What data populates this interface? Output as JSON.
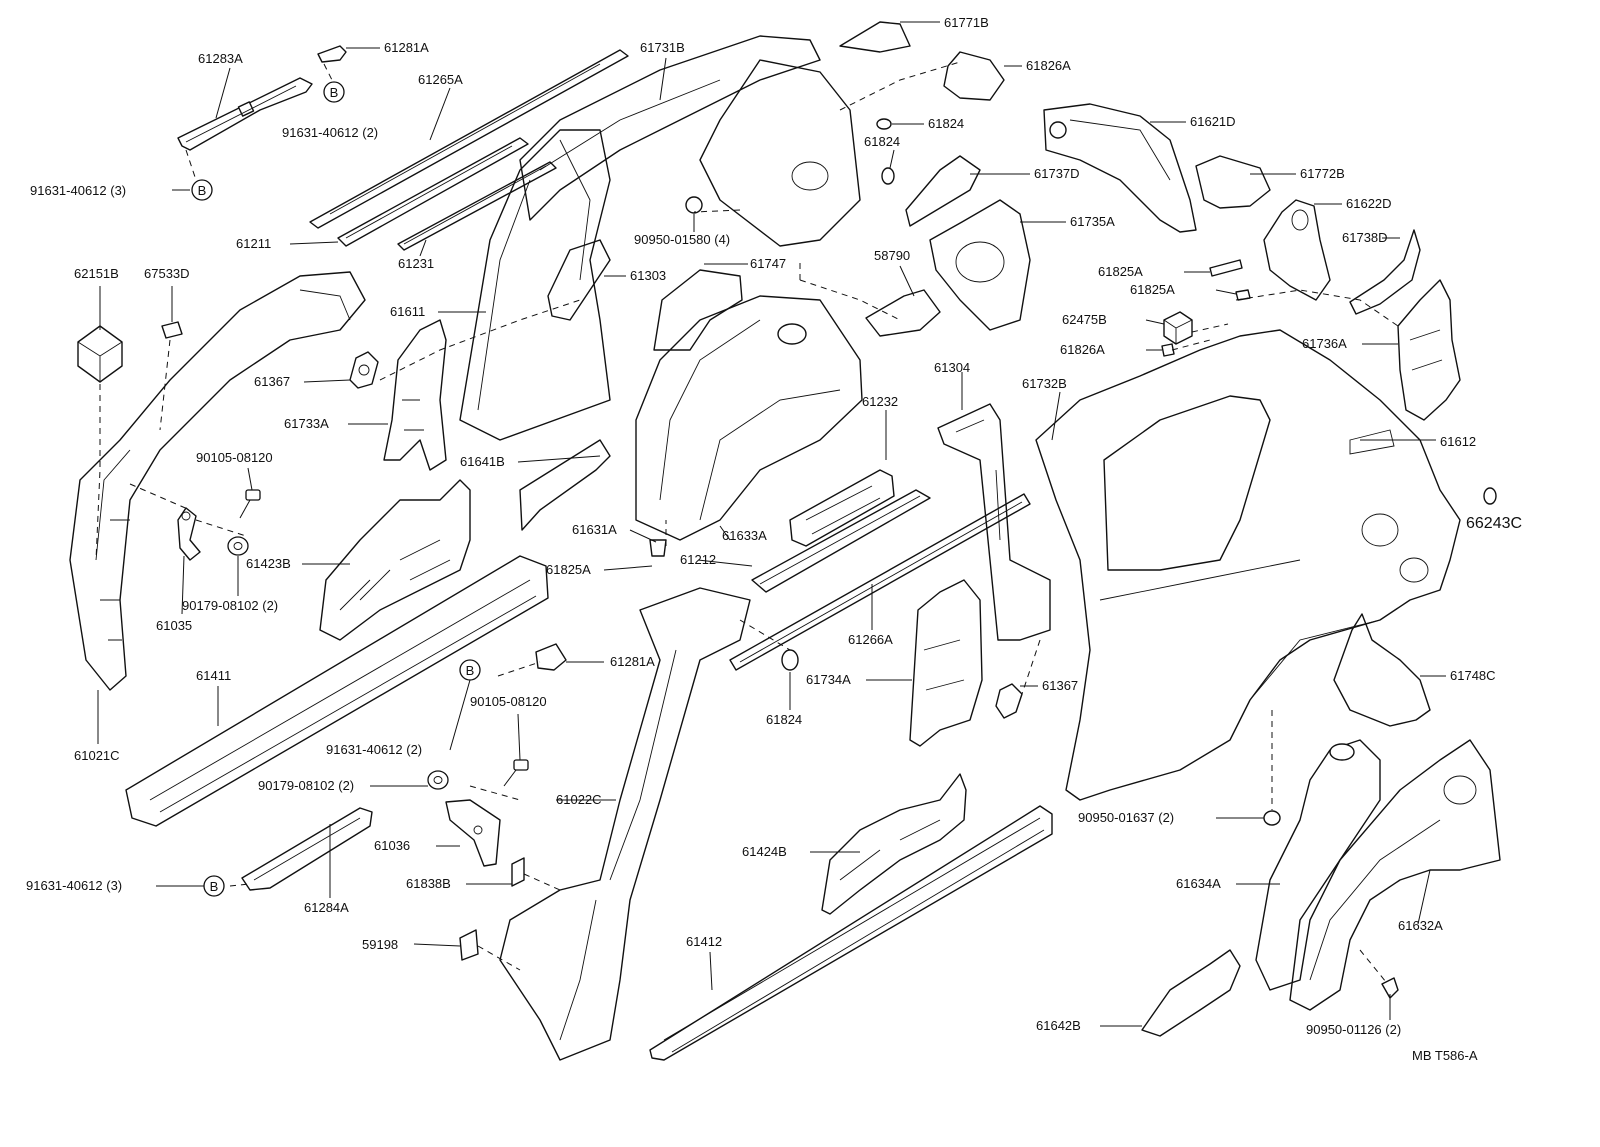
{
  "diagram_code": "MB  T586-A",
  "callout_symbol": "B",
  "labels": [
    {
      "id": "61283A",
      "text": "61283A"
    },
    {
      "id": "61281A_top",
      "text": "61281A"
    },
    {
      "id": "61265A",
      "text": "61265A"
    },
    {
      "id": "91631-40612-2_top",
      "text": "91631-40612 (2)"
    },
    {
      "id": "91631-40612-3_top",
      "text": "91631-40612 (3)"
    },
    {
      "id": "61211",
      "text": "61211"
    },
    {
      "id": "61231",
      "text": "61231"
    },
    {
      "id": "62151B",
      "text": "62151B"
    },
    {
      "id": "67533D",
      "text": "67533D"
    },
    {
      "id": "61611",
      "text": "61611"
    },
    {
      "id": "61367_left",
      "text": "61367"
    },
    {
      "id": "61733A",
      "text": "61733A"
    },
    {
      "id": "90105-08120_top",
      "text": "90105-08120"
    },
    {
      "id": "61423B",
      "text": "61423B"
    },
    {
      "id": "90179-08102-2_top",
      "text": "90179-08102 (2)"
    },
    {
      "id": "61035",
      "text": "61035"
    },
    {
      "id": "61411",
      "text": "61411"
    },
    {
      "id": "61021C",
      "text": "61021C"
    },
    {
      "id": "61731B",
      "text": "61731B"
    },
    {
      "id": "61303",
      "text": "61303"
    },
    {
      "id": "90950-01580-4",
      "text": "90950-01580 (4)"
    },
    {
      "id": "61747",
      "text": "61747"
    },
    {
      "id": "61641B",
      "text": "61641B"
    },
    {
      "id": "61631A",
      "text": "61631A"
    },
    {
      "id": "61633A",
      "text": "61633A"
    },
    {
      "id": "61825A_mid",
      "text": "61825A"
    },
    {
      "id": "61212",
      "text": "61212"
    },
    {
      "id": "61281A_bottom",
      "text": "61281A"
    },
    {
      "id": "90105-08120_bottom",
      "text": "90105-08120"
    },
    {
      "id": "91631-40612-2_bottom",
      "text": "91631-40612 (2)"
    },
    {
      "id": "90179-08102-2_bottom",
      "text": "90179-08102 (2)"
    },
    {
      "id": "61022C",
      "text": "61022C"
    },
    {
      "id": "61036",
      "text": "61036"
    },
    {
      "id": "61838B",
      "text": "61838B"
    },
    {
      "id": "91631-40612-3_bottom",
      "text": "91631-40612 (3)"
    },
    {
      "id": "61284A",
      "text": "61284A"
    },
    {
      "id": "59198",
      "text": "59198"
    },
    {
      "id": "61771B",
      "text": "61771B"
    },
    {
      "id": "61826A_top",
      "text": "61826A"
    },
    {
      "id": "61824_a",
      "text": "61824"
    },
    {
      "id": "61824_b",
      "text": "61824"
    },
    {
      "id": "61737D",
      "text": "61737D"
    },
    {
      "id": "61735A",
      "text": "61735A"
    },
    {
      "id": "58790",
      "text": "58790"
    },
    {
      "id": "61232",
      "text": "61232"
    },
    {
      "id": "61304",
      "text": "61304"
    },
    {
      "id": "61266A",
      "text": "61266A"
    },
    {
      "id": "61824_c",
      "text": "61824"
    },
    {
      "id": "61734A",
      "text": "61734A"
    },
    {
      "id": "61367_right",
      "text": "61367"
    },
    {
      "id": "61424B",
      "text": "61424B"
    },
    {
      "id": "61412",
      "text": "61412"
    },
    {
      "id": "61621D",
      "text": "61621D"
    },
    {
      "id": "61772B",
      "text": "61772B"
    },
    {
      "id": "61622D",
      "text": "61622D"
    },
    {
      "id": "61738D",
      "text": "61738D"
    },
    {
      "id": "61825A_r1",
      "text": "61825A"
    },
    {
      "id": "61825A_r2",
      "text": "61825A"
    },
    {
      "id": "62475B",
      "text": "62475B"
    },
    {
      "id": "61826A_bottom",
      "text": "61826A"
    },
    {
      "id": "61736A",
      "text": "61736A"
    },
    {
      "id": "61732B",
      "text": "61732B"
    },
    {
      "id": "61612",
      "text": "61612"
    },
    {
      "id": "66243C",
      "text": "66243C"
    },
    {
      "id": "61748C",
      "text": "61748C"
    },
    {
      "id": "90950-01637-2",
      "text": "90950-01637 (2)"
    },
    {
      "id": "61634A",
      "text": "61634A"
    },
    {
      "id": "61632A",
      "text": "61632A"
    },
    {
      "id": "61642B",
      "text": "61642B"
    },
    {
      "id": "90950-01126-2",
      "text": "90950-01126 (2)"
    }
  ]
}
